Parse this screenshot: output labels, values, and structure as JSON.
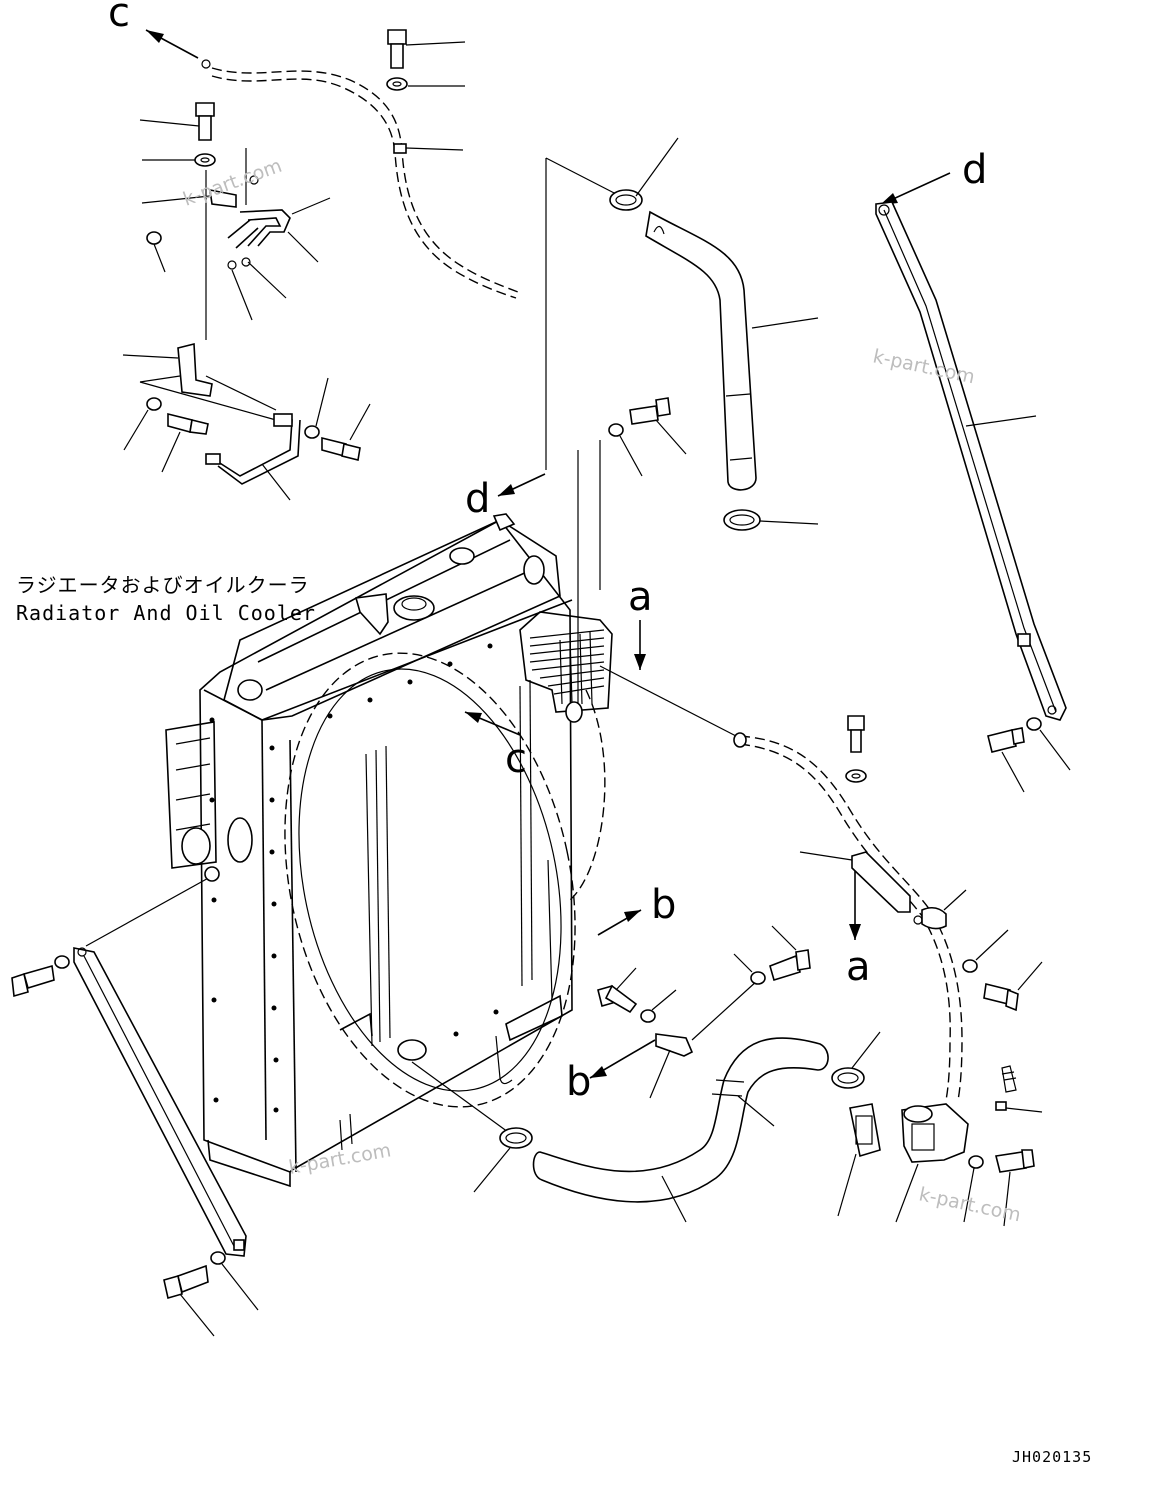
{
  "caption": {
    "japanese": "ラジエータおよびオイルクーラ",
    "english": "Radiator And Oil Cooler"
  },
  "view_labels": {
    "a": "a",
    "b": "b",
    "c": "c",
    "d": "d"
  },
  "drawing_code": "JH020135",
  "watermark": "k-part.com"
}
